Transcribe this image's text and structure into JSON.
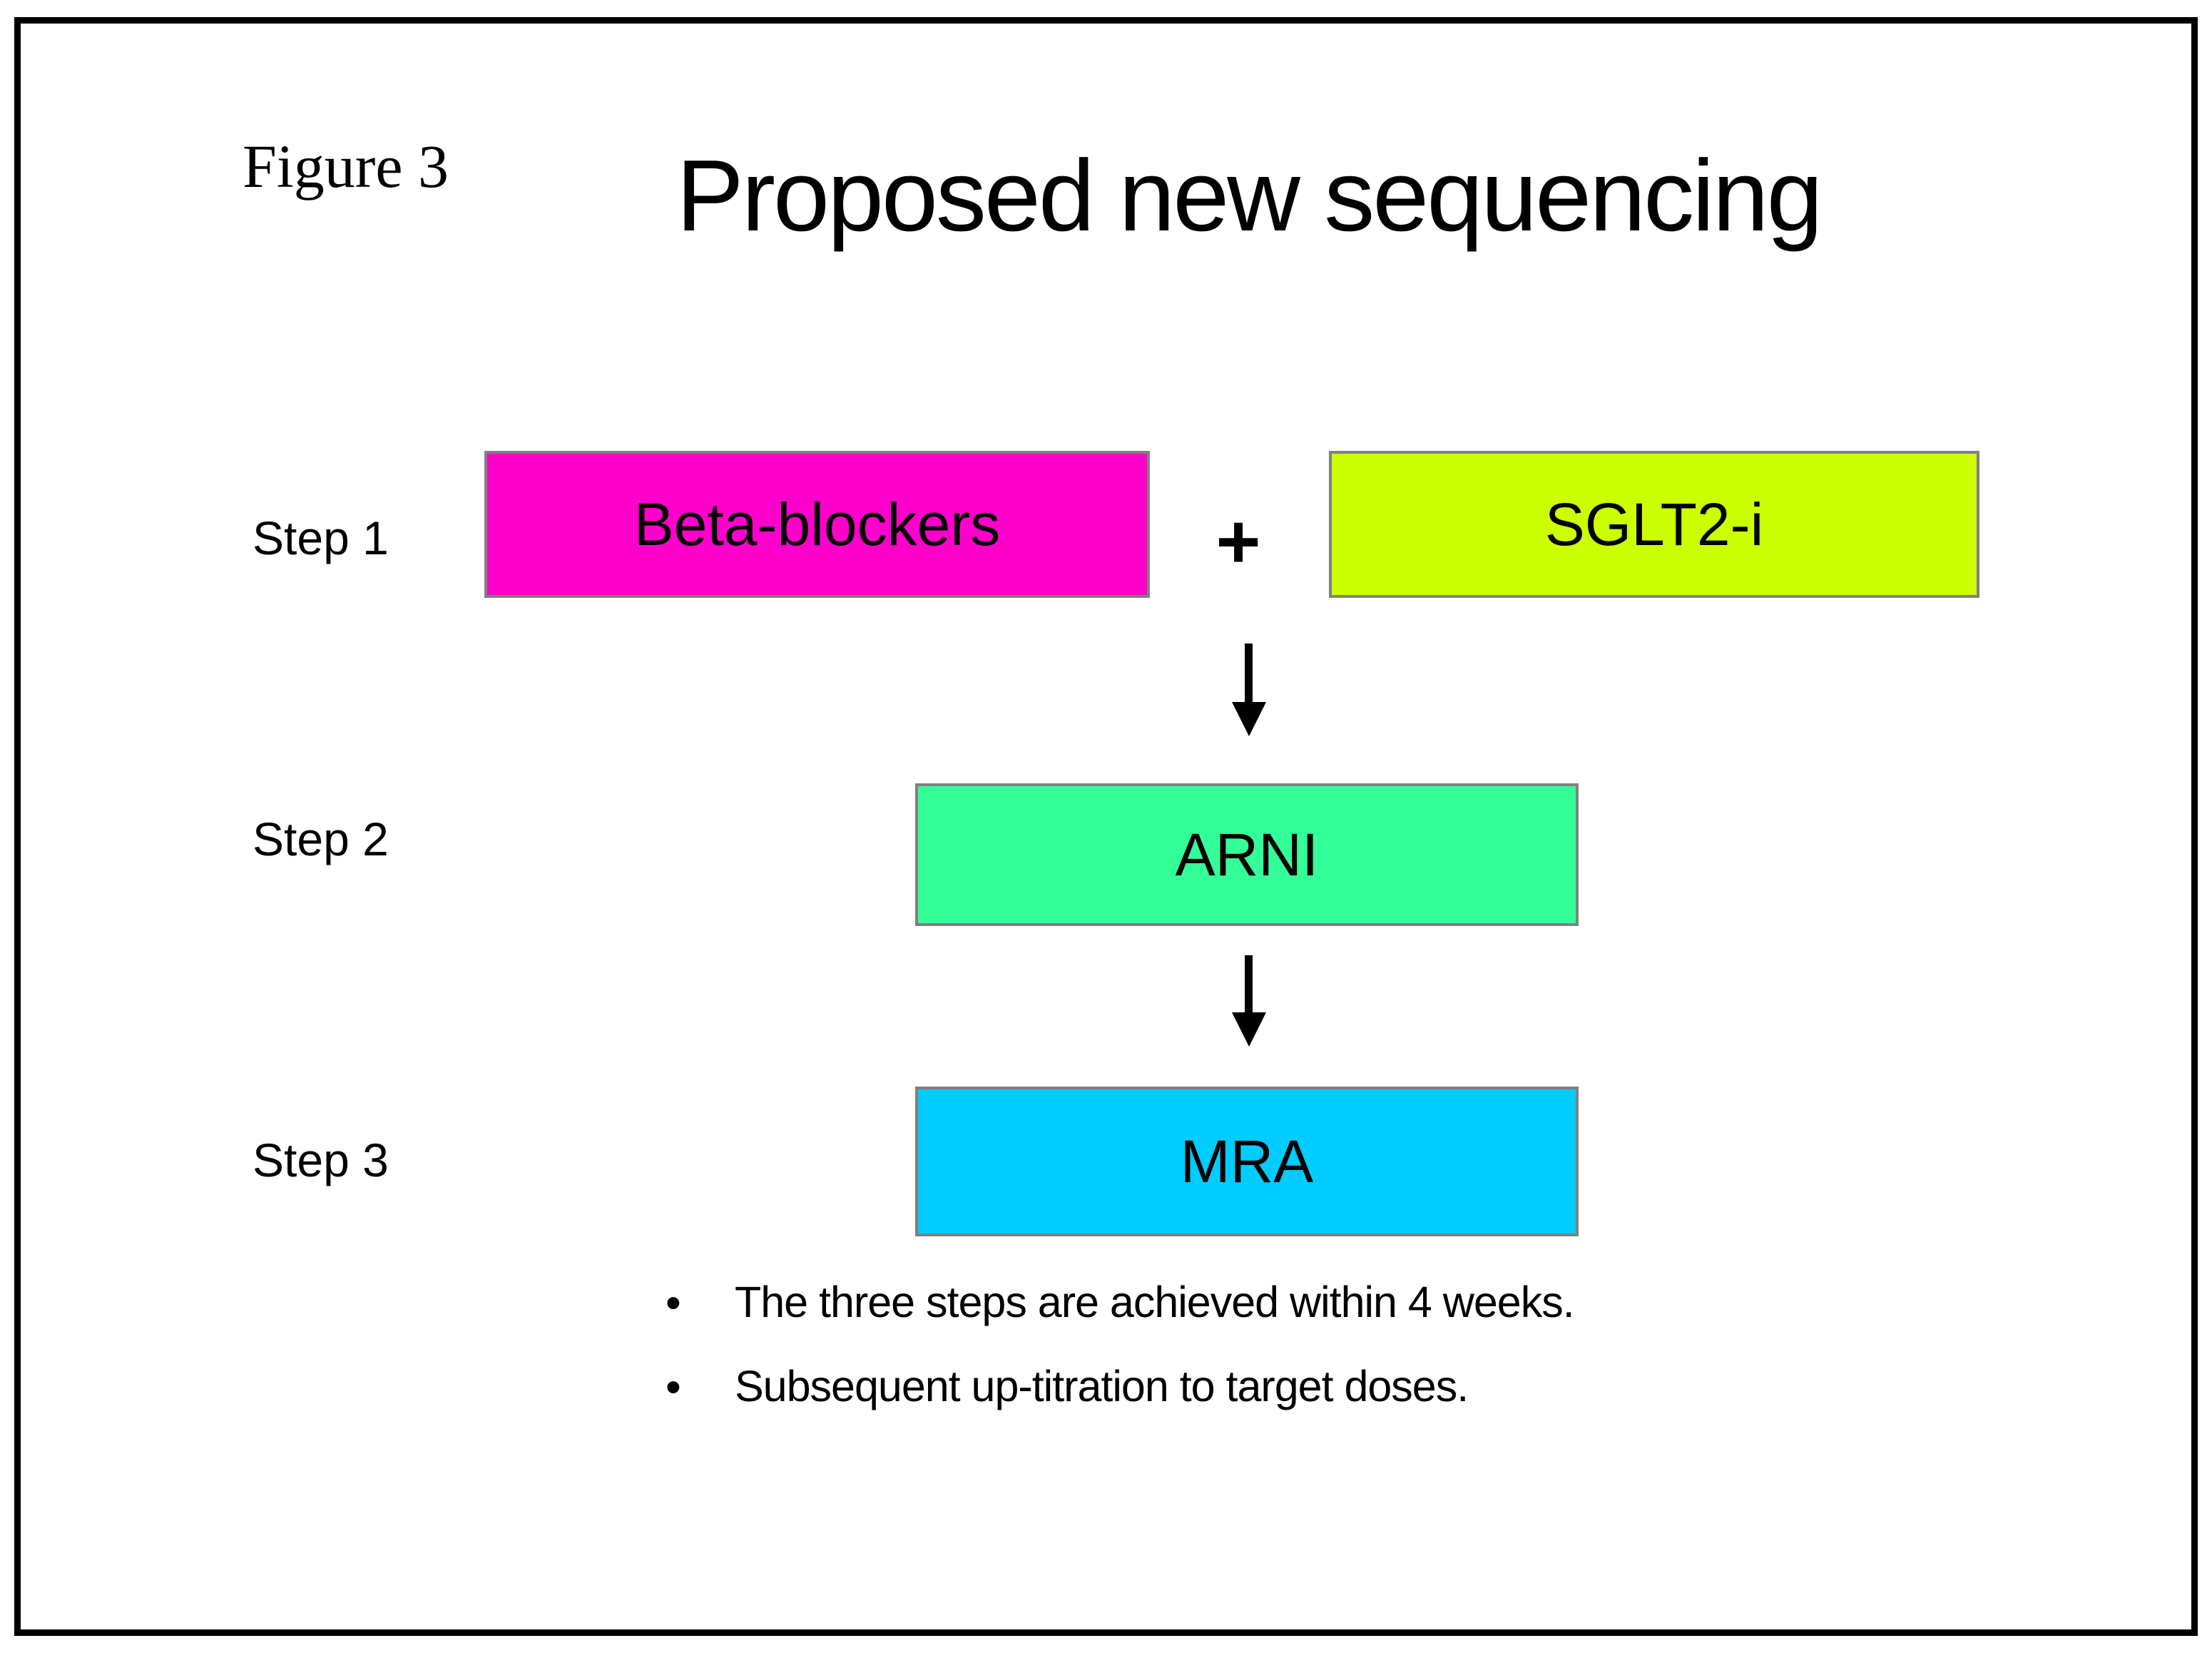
{
  "figure_label": "Figure 3",
  "title": "Proposed new sequencing",
  "plus_sign": "+",
  "bullet_char": "•",
  "colors": {
    "beta_blockers": "#FF00CC",
    "sglt2i": "#CCFF00",
    "arni": "#33FF99",
    "mra": "#00CCFF",
    "box_border": "#808080",
    "frame": "#000000",
    "text": "#000000"
  },
  "steps": [
    {
      "label": "Step 1",
      "boxes": [
        {
          "text": "Beta-blockers",
          "color": "#FF00CC"
        },
        {
          "text": "SGLT2-i",
          "color": "#CCFF00"
        }
      ],
      "connector": "+"
    },
    {
      "label": "Step 2",
      "boxes": [
        {
          "text": "ARNI",
          "color": "#33FF99"
        }
      ]
    },
    {
      "label": "Step 3",
      "boxes": [
        {
          "text": "MRA",
          "color": "#00CCFF"
        }
      ]
    }
  ],
  "bullets": [
    "The three steps are achieved within 4 weeks.",
    "Subsequent up-titration to target doses."
  ]
}
